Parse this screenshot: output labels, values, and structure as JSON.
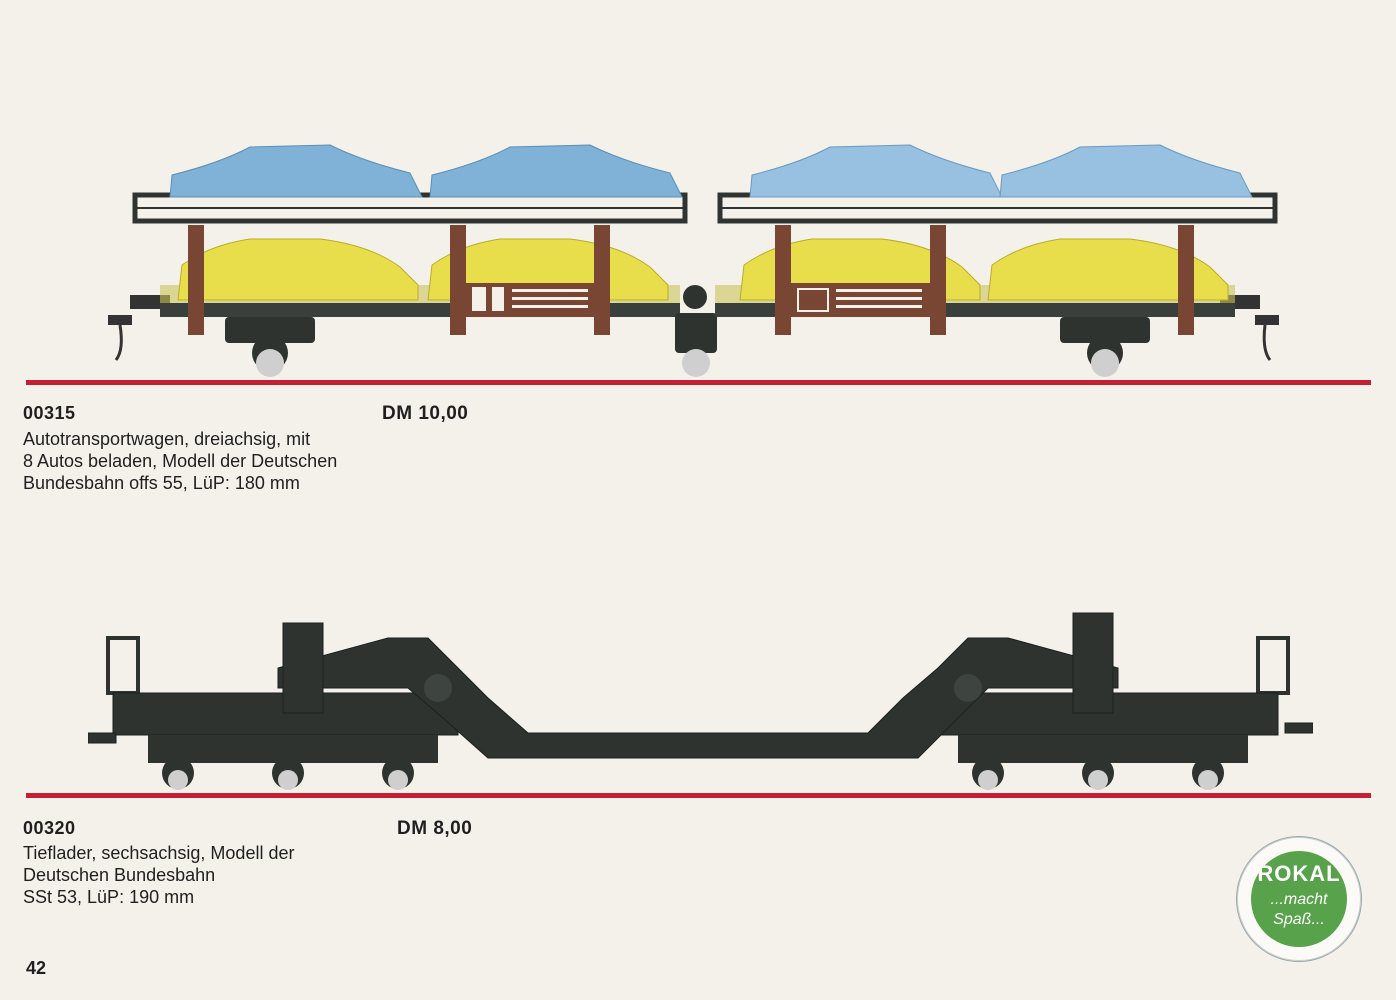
{
  "page_number": "42",
  "products": [
    {
      "code": "00315",
      "price": "DM 10,00",
      "lines": [
        "Autotransportwagen, dreiachsig, mit",
        "8 Autos beladen, Modell der Deutschen",
        "Bundesbahn offs 55, LüP: 180 mm"
      ]
    },
    {
      "code": "00320",
      "price": "DM 8,00",
      "lines": [
        "Tieflader, sechsachsig, Modell der",
        "Deutschen Bundesbahn",
        "SSt 53, LüP: 190 mm"
      ]
    }
  ],
  "badge": {
    "brand": "ROKAL",
    "line2": "...macht",
    "line3": "Spaß..."
  },
  "colors": {
    "background": "#f4f1ea",
    "rule": "#c42035",
    "car_blue": "#7fb2d6",
    "car_yellow": "#e8de4c",
    "stanchion": "#7a4634",
    "wagon_dark": "#2e3330",
    "badge_green": "#57a24a"
  }
}
